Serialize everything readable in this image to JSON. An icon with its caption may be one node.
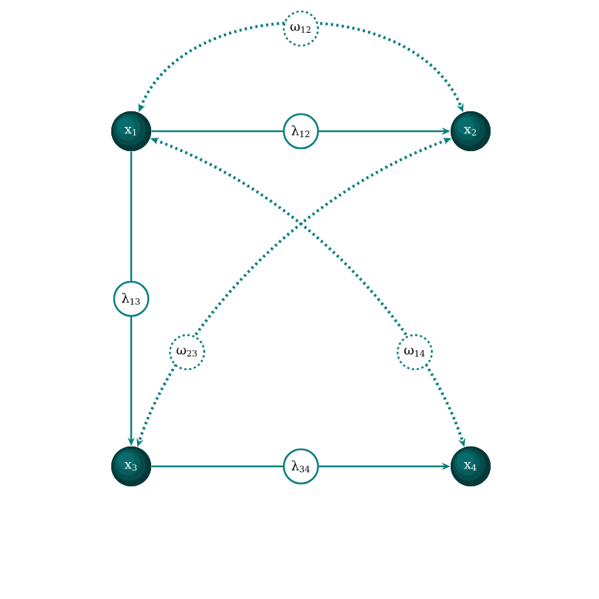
{
  "diagram": {
    "nodes": [
      {
        "text": [
          "x$_{1}$"
        ]
      },
      {
        "text": [
          "x$_{2}$"
        ]
      },
      {
        "text": [
          "x$_{3}$"
        ]
      },
      {
        "text": [
          "x$_{4}$"
        ]
      }
    ],
    "edges": [
      {
        "from": 0,
        "to": 1,
        "arrow": "to",
        "label": "λ$_{12}$"
      },
      {
        "from": 0,
        "to": 2,
        "arrow": "to",
        "label": "λ$_{13}$"
      },
      {
        "from": 2,
        "to": 3,
        "arrow": "to",
        "label": "λ$_{34}$"
      },
      {
        "from": 0,
        "to": 1,
        "arrow": "both",
        "label": "ω$_{12}$",
        "style": "dashed"
      },
      {
        "from": 1,
        "to": 2,
        "arrow": "both",
        "label": "ω$_{23}$",
        "style": "dashed"
      },
      {
        "from": 0,
        "to": 3,
        "arrow": "both",
        "label": "ω$_{14}$",
        "style": "dashed"
      }
    ]
  }
}
